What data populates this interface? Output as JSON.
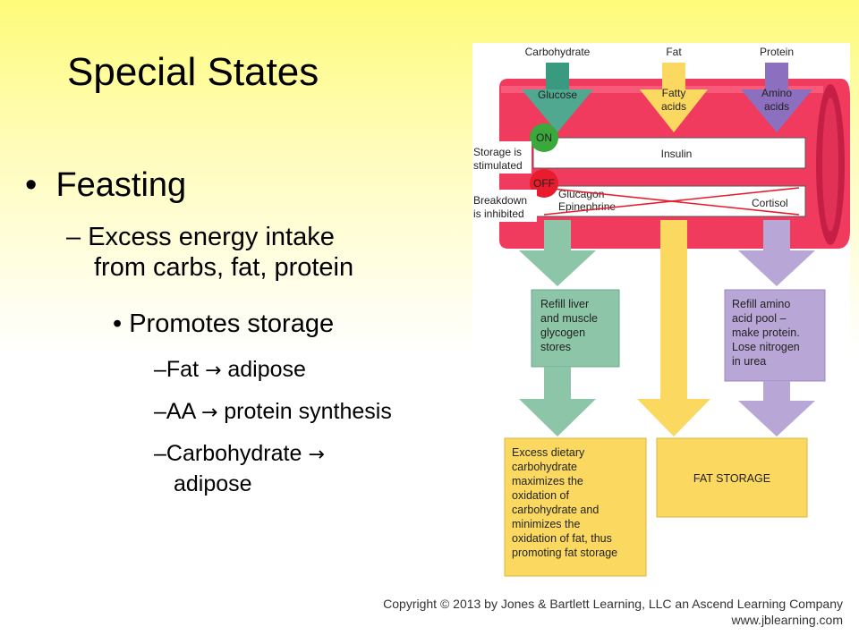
{
  "slide": {
    "title": "Special States",
    "bullet1": "Feasting",
    "sub1_dash": "–",
    "sub1_line1": "Excess energy intake",
    "sub1_line2": "from carbs, fat, protein",
    "sub2_bullet": "•",
    "sub2": "Promotes storage",
    "items": [
      {
        "dash": "–",
        "a": "Fat",
        "arrow": "→",
        "b": "adipose"
      },
      {
        "dash": "–",
        "a": "AA",
        "arrow": "→",
        "b": "protein synthesis"
      },
      {
        "dash": "–",
        "a": "Carbohydrate",
        "arrow": "→",
        "b": "",
        "b2": "adipose"
      }
    ],
    "bullet_char": "•"
  },
  "figure": {
    "headers": [
      "Carbohydrate",
      "Fat",
      "Protein"
    ],
    "arrow_labels": [
      "Glucose",
      "Fatty\nacids",
      "Amino\nacids"
    ],
    "on_label": "ON",
    "off_label": "OFF",
    "storage_label": [
      "Storage is",
      "stimulated"
    ],
    "breakdown_label": [
      "Breakdown",
      "is inhibited"
    ],
    "insulin": "Insulin",
    "glucagon": "Glucagon",
    "epinephrine": "Epinephrine",
    "cortisol": "Cortisol",
    "box_liver": [
      "Refill liver",
      "and muscle",
      "glycogen",
      "stores"
    ],
    "box_amino": [
      "Refill amino",
      "acid pool –",
      "make protein.",
      "Lose nitrogen",
      "in urea"
    ],
    "box_excess": [
      "Excess dietary",
      "carbohydrate",
      "maximizes the",
      "oxidation of",
      "carbohydrate and",
      "minimizes the",
      "oxidation of fat, thus",
      "promoting fat storage"
    ],
    "box_fat": "FAT STORAGE",
    "colors": {
      "carb": "#8cc5a8",
      "carb_dark": "#3a9a80",
      "fat": "#fbd961",
      "protein": "#b8a6d6",
      "protein_dark": "#8c6fbf",
      "vessel": "#f03a5e",
      "on": "#3aa83a",
      "off": "#e81c2c"
    }
  },
  "copyright": {
    "line1": "Copyright © 2013 by Jones & Bartlett Learning, LLC an Ascend Learning Company",
    "line2": "www.jblearning.com"
  }
}
